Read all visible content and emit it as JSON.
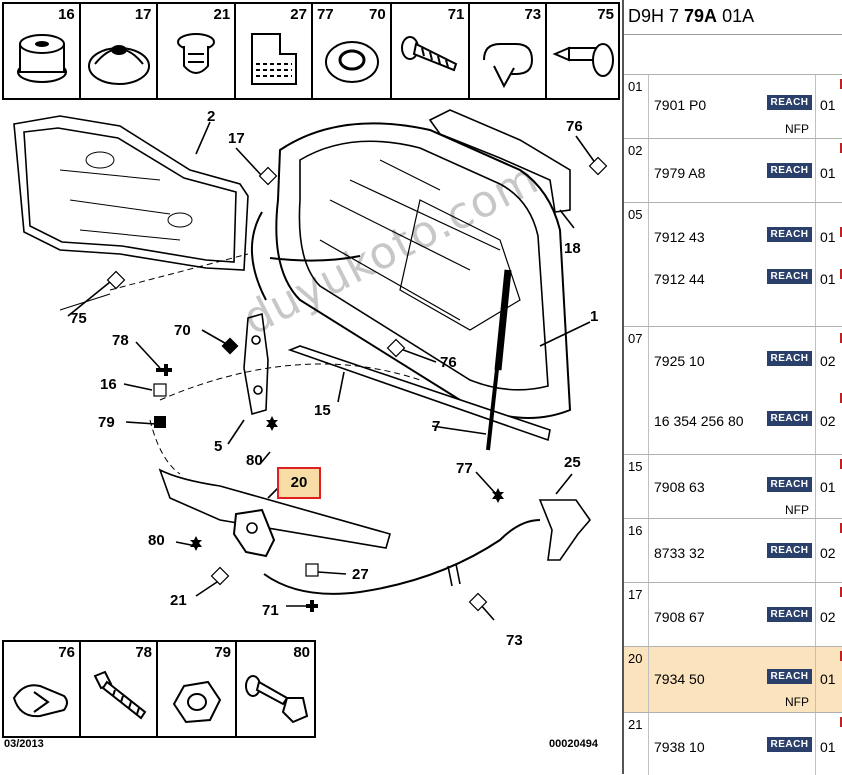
{
  "diagram": {
    "top_thumbnails": [
      "16",
      "17",
      "21",
      "27",
      "77",
      "70",
      "71",
      "73",
      "75"
    ],
    "bottom_thumbnails": [
      "76",
      "78",
      "79",
      "80"
    ],
    "callouts": {
      "c2": "2",
      "c17": "17",
      "c76a": "76",
      "c18": "18",
      "c75": "75",
      "c70": "70",
      "c78": "78",
      "c16": "16",
      "c79": "79",
      "c1": "1",
      "c76b": "76",
      "c15": "15",
      "c7": "7",
      "c5": "5",
      "c80a": "80",
      "c20": "20",
      "c77": "77",
      "c25": "25",
      "c80b": "80",
      "c21": "21",
      "c27": "27",
      "c71": "71",
      "c73": "73"
    },
    "watermark": "duyukoto.com",
    "footer_date": "03/2013",
    "footer_code": "00020494"
  },
  "parts_list": {
    "header_plain": "D9H 7 ",
    "header_bold": "79A",
    "header_suffix": " 01A",
    "reach_label": "REACH",
    "nfp_label": "NFP",
    "rows": [
      {
        "ref": "01",
        "parts": [
          {
            "num": "7901 P0",
            "qty": "01",
            "nfp": "NFP"
          }
        ]
      },
      {
        "ref": "02",
        "parts": [
          {
            "num": "7979 A8",
            "qty": "01"
          }
        ]
      },
      {
        "ref": "05",
        "parts": [
          {
            "num": "7912 43",
            "qty": "01"
          },
          {
            "num": "7912 44",
            "qty": "01"
          }
        ]
      },
      {
        "ref": "07",
        "parts": [
          {
            "num": "7925 10",
            "qty": "02"
          },
          {
            "num": "16 354 256 80",
            "qty": "02"
          }
        ]
      },
      {
        "ref": "15",
        "parts": [
          {
            "num": "7908 63",
            "qty": "01",
            "nfp": "NFP"
          }
        ]
      },
      {
        "ref": "16",
        "parts": [
          {
            "num": "8733 32",
            "qty": "02"
          }
        ]
      },
      {
        "ref": "17",
        "parts": [
          {
            "num": "7908 67",
            "qty": "02"
          }
        ]
      },
      {
        "ref": "20",
        "parts": [
          {
            "num": "7934 50",
            "qty": "01",
            "nfp": "NFP"
          }
        ]
      },
      {
        "ref": "21",
        "parts": [
          {
            "num": "7938 10",
            "qty": "01"
          }
        ]
      }
    ]
  },
  "colors": {
    "reach_badge": "#2a3f6a",
    "selected_row": "#fbe3bd",
    "highlight_border": "#e02020"
  }
}
